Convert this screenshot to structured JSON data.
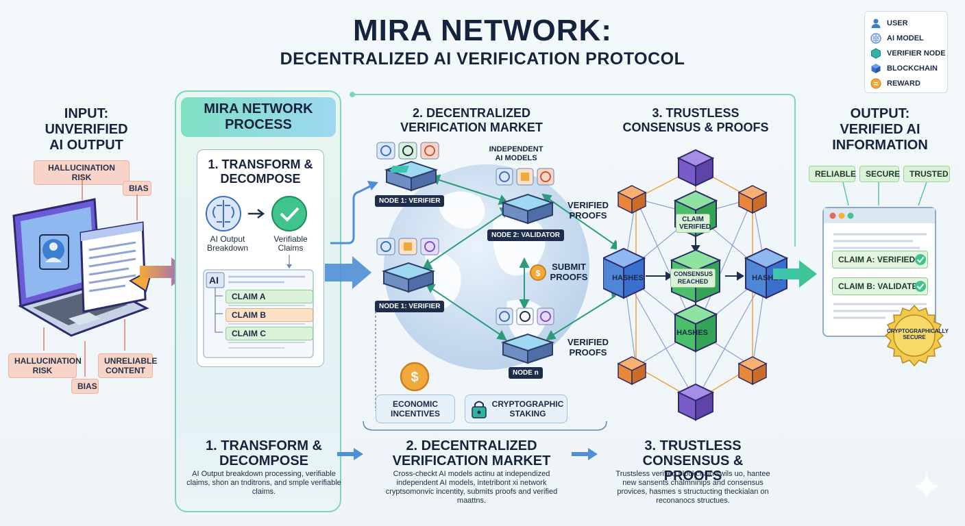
{
  "title": {
    "main": "MIRA NETWORK:",
    "sub": "DECENTRALIZED AI VERIFICATION PROTOCOL"
  },
  "legend": {
    "items": [
      {
        "label": "USER",
        "icon": "user-icon",
        "color": "#3b7fd1"
      },
      {
        "label": "AI MODEL",
        "icon": "brain-icon",
        "color": "#5a87d6"
      },
      {
        "label": "VERIFIER NODE",
        "icon": "hexagon-node-icon",
        "color": "#2fb3a3"
      },
      {
        "label": "BLOCKCHAIN",
        "icon": "cube-icon",
        "color": "#3a6fcf"
      },
      {
        "label": "REWARD",
        "icon": "coin-icon",
        "color": "#f2a93b"
      }
    ]
  },
  "input": {
    "heading": [
      "INPUT:",
      "UNVERIFIED",
      "AI OUTPUT"
    ],
    "tags": {
      "hallucination_top": "HALLUCINATION RISK",
      "bias_top": "BIAS",
      "hallucination_bottom": "HALLUCINATION RISK",
      "unreliable": "UNRELIABLE CONTENT",
      "bias_bottom": "BIAS"
    }
  },
  "process": {
    "banner": "MIRA NETWORK PROCESS",
    "step_title": "1. TRANSFORM & DECOMPOSE",
    "breakdown_label": "AI Output Breakdown",
    "claims_label": "Verifiable Claims",
    "ai_label": "AI",
    "claims": [
      "CLAIM A",
      "CLAIM B",
      "CLAIM C"
    ],
    "claim_colors": [
      "#d9f2d8",
      "#fbe1c8",
      "#d9f2d8"
    ]
  },
  "market": {
    "heading": "2. DECENTRALIZED VERIFICATION MARKET",
    "independent_models": "INDEPENDENT AI MODELS",
    "nodes": {
      "node1_top": "NODE 1: VERIFIER",
      "node2": "NODE 2: VALIDATOR",
      "node1_bottom": "NODE 1: VERIFIER",
      "noden": "NODE n"
    },
    "verified_proofs_top": "VERIFIED PROOFS",
    "submit_proofs": "SUBMIT PROOFS",
    "verified_proofs_bottom": "VERIFIED PROOFS",
    "economic_incentives": "ECONOMIC INCENTIVES",
    "cryptographic_staking": "CRYPTOGRAPHIC STAKING"
  },
  "consensus": {
    "heading": "3. TRUSTLESS CONSENSUS & PROOFS",
    "claim_verified": "CLAIM VERIFIED",
    "hashes_left": "HASHES",
    "consensus_reached": "CONSENSUS REACHED",
    "hashes_right": "HASHES",
    "hashes_bottom": "HASHES"
  },
  "output": {
    "heading": [
      "OUTPUT:",
      "VERIFIED AI",
      "INFORMATION"
    ],
    "badges": [
      "RELIABLE",
      "SECURE",
      "TRUSTED"
    ],
    "claims": [
      "CLAIM A: VERIFIED",
      "CLAIM B: VALIDATED"
    ],
    "seal": "CRYPTOGRAPHICALLY SECURE"
  },
  "bottom": {
    "step1_title": "1. TRANSFORM & DECOMPOSE",
    "step1_desc": "AI Output breakdown processing, verifiable claims, shon an tnditrons, and smple verifiable claims.",
    "step2_title": "2. DECENTRALIZED VERIFICATION MARKET",
    "step2_desc": "Cross-checkt AI models actinu at independized independent AI models, intetribont xi network cryptsomonvic incentity, submits proofs and verified maattns.",
    "step3_title": "3. TRUSTLESS CONSENSUS & PROOFS",
    "step3_desc": "Trustsless verified blockchain swils uo, hantee new sansents chalmninips and consensus provices, hasmes s structucting theckialan on reconanocs structues."
  }
}
